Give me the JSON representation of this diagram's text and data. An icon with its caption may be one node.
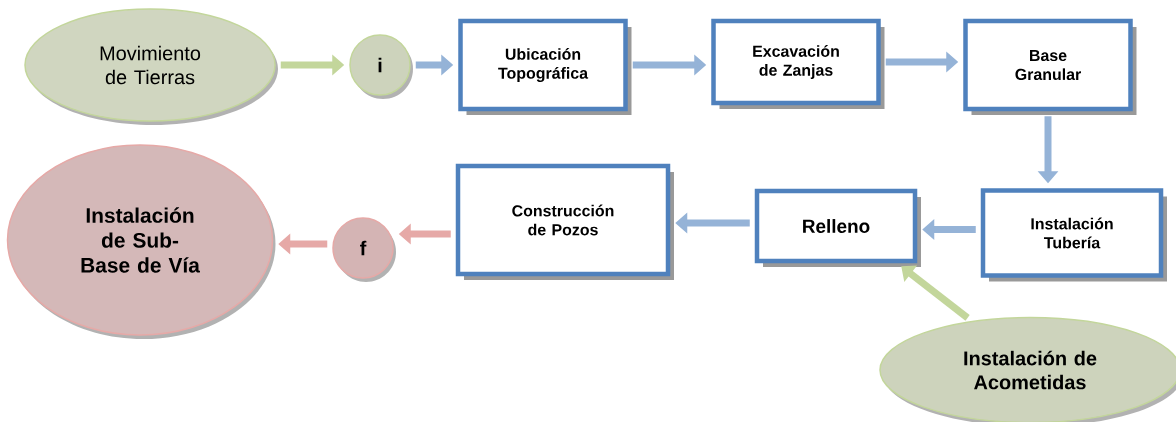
{
  "diagram": {
    "nodes": [
      {
        "text": [
          "Movimiento de Tierras"
        ]
      },
      {
        "text": [
          "i"
        ]
      },
      {
        "text": [
          "Ubicación Topográfica"
        ]
      },
      {
        "text": [
          "Excavación de Zanjas"
        ]
      },
      {
        "text": [
          "Base Granular"
        ]
      },
      {
        "text": [
          "Instalación Tubería"
        ]
      },
      {
        "text": [
          "Relleno"
        ]
      },
      {
        "text": [
          "Construcción de Pozos"
        ]
      },
      {
        "text": [
          "f"
        ]
      },
      {
        "text": [
          "Instalación de Sub-Base de Vía"
        ]
      },
      {
        "text": [
          "Instalación de Acometidas"
        ]
      }
    ],
    "edges": [
      {
        "from": 0,
        "to": 1,
        "arrow": "to",
        "color": "#c3d69b"
      },
      {
        "from": 1,
        "to": 2,
        "arrow": "to"
      },
      {
        "from": 2,
        "to": 3,
        "arrow": "to"
      },
      {
        "from": 3,
        "to": 4,
        "arrow": "to"
      },
      {
        "from": 4,
        "to": 5,
        "arrow": "to"
      },
      {
        "from": 5,
        "to": 6,
        "arrow": "to"
      },
      {
        "from": 6,
        "to": 7,
        "arrow": "to"
      },
      {
        "from": 7,
        "to": 8,
        "arrow": "to",
        "color": "#e6a9a7"
      },
      {
        "from": 8,
        "to": 9,
        "arrow": "to",
        "color": "#e6a9a7"
      },
      {
        "from": 10,
        "to": 6,
        "arrow": "to",
        "color": "#c3d69b"
      }
    ]
  }
}
